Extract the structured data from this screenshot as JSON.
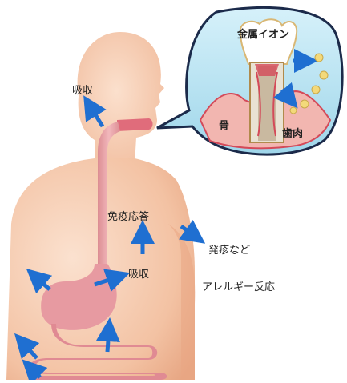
{
  "labels": {
    "metal_ions": "金属イオン",
    "bone": "骨",
    "gum": "歯肉",
    "absorption_top": "吸収",
    "immune_response": "免疫応答",
    "absorption_mid": "吸収",
    "rash_etc": "発疹など",
    "allergic_reaction": "アレルギー反応"
  },
  "icons": [
    "arrow-icon",
    "tooth-icon",
    "metal-ion-particle"
  ],
  "colors": {
    "body": "#f5c8a8",
    "body_shade": "#eaa987",
    "digestive_tract": "#e8a3a8",
    "digestive_dark": "#d9828c",
    "arrow": "#1f6fd1",
    "bubble_bg": "#b7e3f2",
    "bubble_border": "#1b2a4a",
    "tooth": "#ffffff",
    "gum": "#f2a0a8",
    "implant": "#c9a25c",
    "ion": "#f0d36b"
  }
}
